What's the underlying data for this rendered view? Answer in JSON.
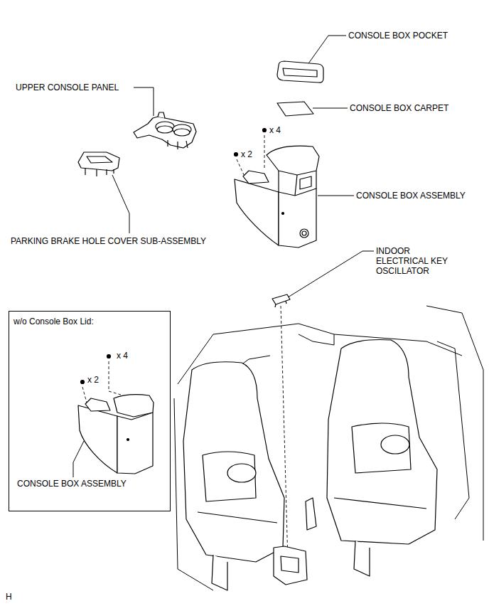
{
  "diagram": {
    "nodes": [
      {
        "text": [
          "w/o Console Box Lid:",
          "x 4",
          "x 2",
          "CONSOLE BOX ASSEMBLY"
        ]
      }
    ],
    "labels": [
      "CONSOLE BOX POCKET",
      "UPPER CONSOLE PANEL",
      "CONSOLE BOX CARPET",
      "x 4",
      "x 2",
      "CONSOLE BOX ASSEMBLY",
      "PARKING BRAKE HOLE COVER SUB-ASSEMBLY",
      "INDOOR ELECTRICAL KEY OSCILLATOR",
      "H"
    ]
  }
}
